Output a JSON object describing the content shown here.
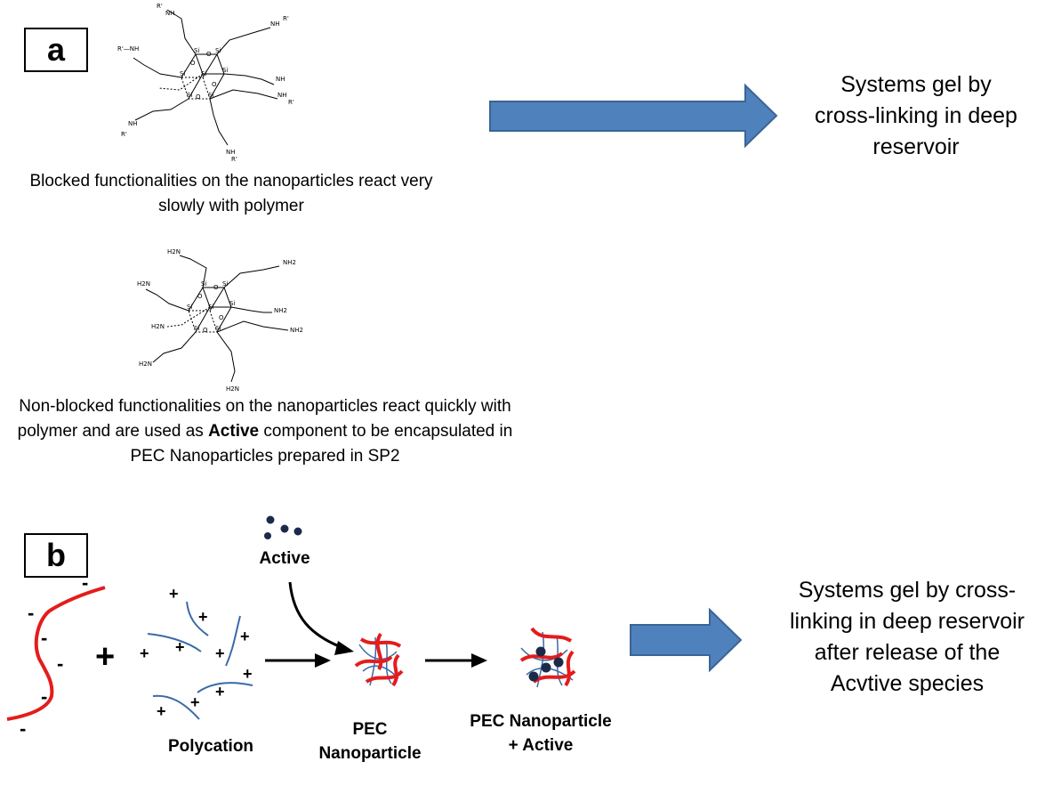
{
  "panel_a": {
    "label": "a",
    "blocked_caption": "Blocked functionalities on the nanoparticles react very slowly with polymer",
    "nonblocked_caption_1": "Non-blocked functionalities on the nanoparticles  react quickly with polymer   and are used as ",
    "nonblocked_caption_bold": "Active",
    "nonblocked_caption_2": " component to be encapsulated in PEC Nanoparticles prepared in SP2",
    "result": "Systems gel by cross-linking in deep reservoir",
    "blocked_atoms": [
      "R'",
      "NH",
      "Si",
      "O"
    ],
    "nonblocked_atoms": [
      "H2N",
      "NH2",
      "Si",
      "O"
    ]
  },
  "panel_b": {
    "label": "b",
    "active_label": "Active",
    "polycation_label": "Polycation",
    "pec_label": "PEC Nanoparticle",
    "pec_active_label": "PEC Nanoparticle + Active",
    "result": "Systems gel by cross-linking in deep reservoir after release of the Acvtive species",
    "plus_sign": "+",
    "charge_neg": "-",
    "charge_pos": "+"
  },
  "colors": {
    "arrow_fill": "#4f81bd",
    "arrow_stroke": "#3a6595",
    "polyanion": "#e41c1c",
    "polycation": "#3a6aa8",
    "active_dot": "#1c2a4a"
  }
}
